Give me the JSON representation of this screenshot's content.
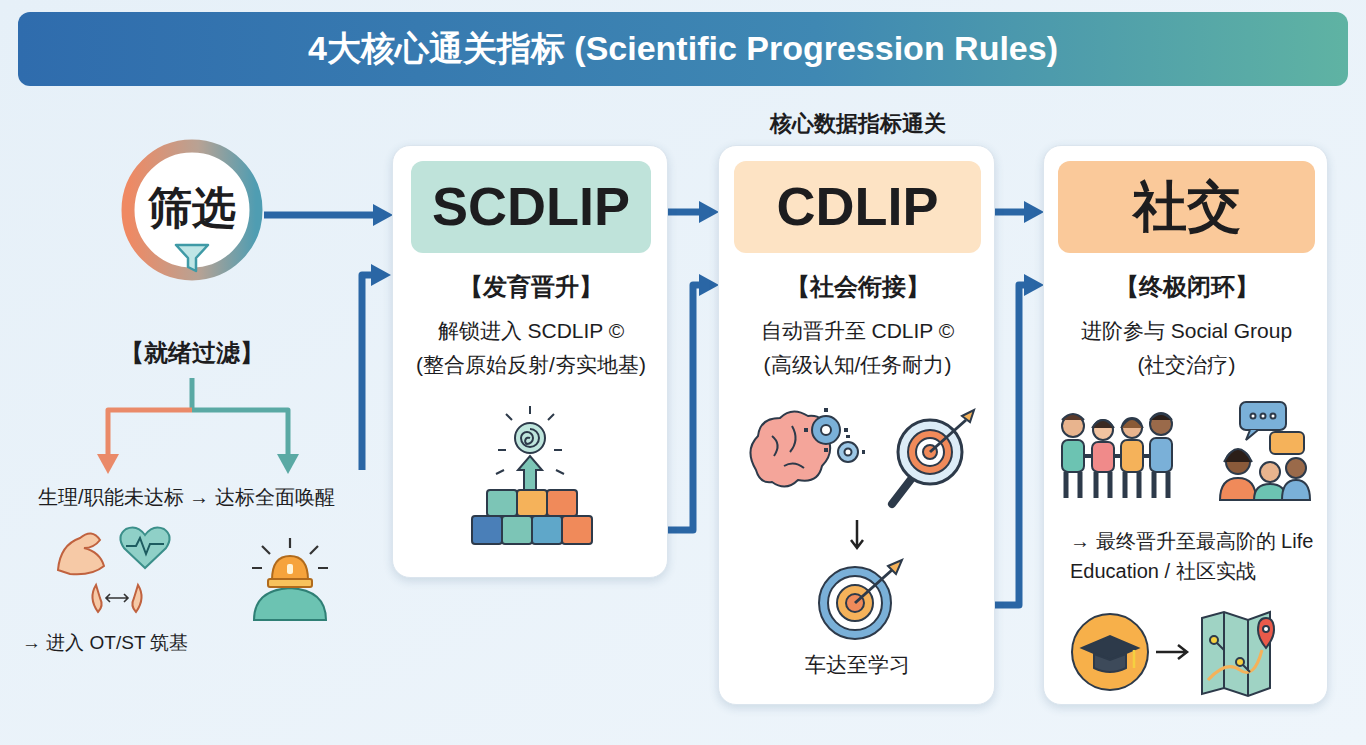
{
  "diagram": {
    "title": "4大核心通关指标 (Scientific Progression Rules)",
    "nodes": [
      {
        "text": [
          "筛选",
          "【就绪过滤】"
        ]
      },
      {
        "text": [
          "【发育晋升】",
          "解锁进入 SCDLIP © (整合原始反射/夯实地基)"
        ]
      },
      {
        "text": [
          "SCDLIP"
        ],
        "in": 1
      },
      {
        "text": [
          "核心数据指标通关",
          "【社会衔接】",
          "自动晋升至 CDLIP © (高级认知/任务耐力)",
          "车达至学习"
        ]
      },
      {
        "text": [
          "CDLIP"
        ],
        "in": 3
      },
      {
        "text": [
          "【终极闭环】",
          "进阶参与 Social Group (社交治疗)",
          "→ 最终晋升至最高阶的 Life Education / 社区实战"
        ]
      },
      {
        "text": [
          "社交"
        ],
        "in": 5
      }
    ],
    "edges": [
      {
        "from": 0,
        "to": 1,
        "arrow": "to"
      },
      {
        "from": 1,
        "to": 3,
        "arrow": "to"
      },
      {
        "from": 3,
        "to": 5,
        "arrow": "to"
      },
      {
        "from": 1,
        "to": 3,
        "arrow": "to"
      },
      {
        "from": 3,
        "to": 5,
        "arrow": "to"
      }
    ],
    "labels": [
      "生理/职能未达标 → 达标全面唤醒",
      "→ 进入 OT/ST 筑基"
    ]
  }
}
